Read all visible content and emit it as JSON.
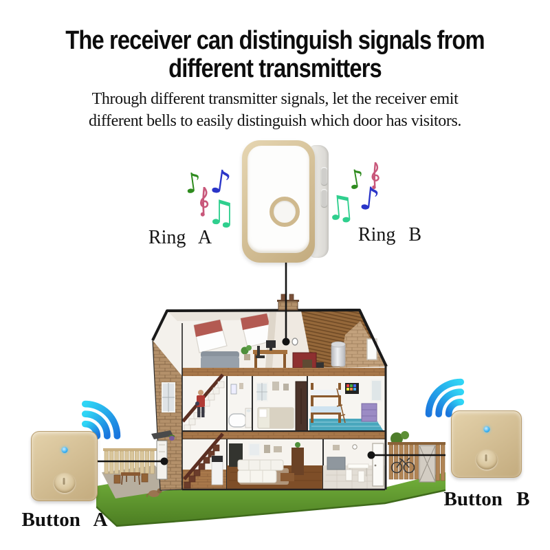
{
  "header": {
    "title_line1": "The receiver can distinguish signals from",
    "title_line2": "different transmitters",
    "subtitle_line1": "Through different transmitter signals, let the receiver emit",
    "subtitle_line2": "different bells to easily distinguish which door has visitors."
  },
  "labels": {
    "ring_a": "Ring A",
    "ring_b": "Ring B",
    "button_a": "Button A",
    "button_b": "Button B"
  },
  "icons": {
    "wifi_left": "wifi-signal",
    "wifi_right": "wifi-signal",
    "music_notes_left": [
      "eighth-note-green",
      "eighth-note-blue",
      "treble-clef-pink",
      "beamed-notes-mint"
    ],
    "music_notes_right": [
      "eighth-note-green",
      "treble-clef-pink",
      "eighth-note-blue",
      "beamed-notes-mint"
    ],
    "receiver": "doorbell-receiver",
    "transmitter": "doorbell-button"
  },
  "colors": {
    "title_text": "#0d0d0d",
    "body_text": "#111111",
    "device_gold": "#d5bf98",
    "device_gold_dark": "#c3ab7e",
    "wifi_cyan": "#2fd5f5",
    "wifi_blue": "#1b76dd",
    "led_blue": "#35aef0",
    "note_green": "#2e8b1e",
    "note_blue": "#2a35c8",
    "note_pink": "#c8577a",
    "note_mint": "#2fcf8e",
    "line_black": "#141414",
    "grass_green": "#63a02f",
    "brick_tan": "#b3906a",
    "roof_wood": "#95683a",
    "shade_red": "#b35a52"
  }
}
